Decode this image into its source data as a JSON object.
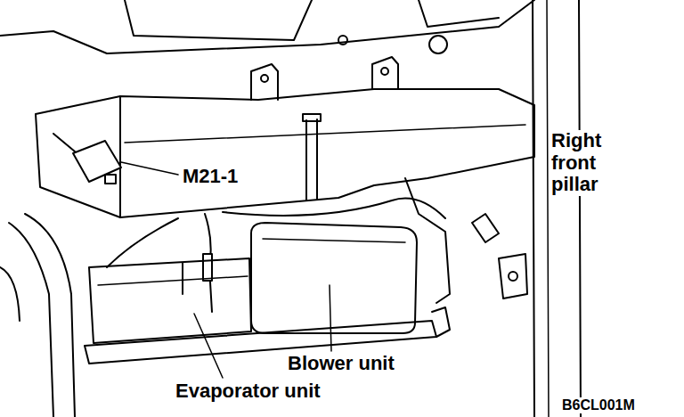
{
  "diagram": {
    "labels": [
      "M21-1",
      "Right front pillar",
      "Blower unit",
      "Evaporator unit",
      "B6CL001M"
    ]
  }
}
